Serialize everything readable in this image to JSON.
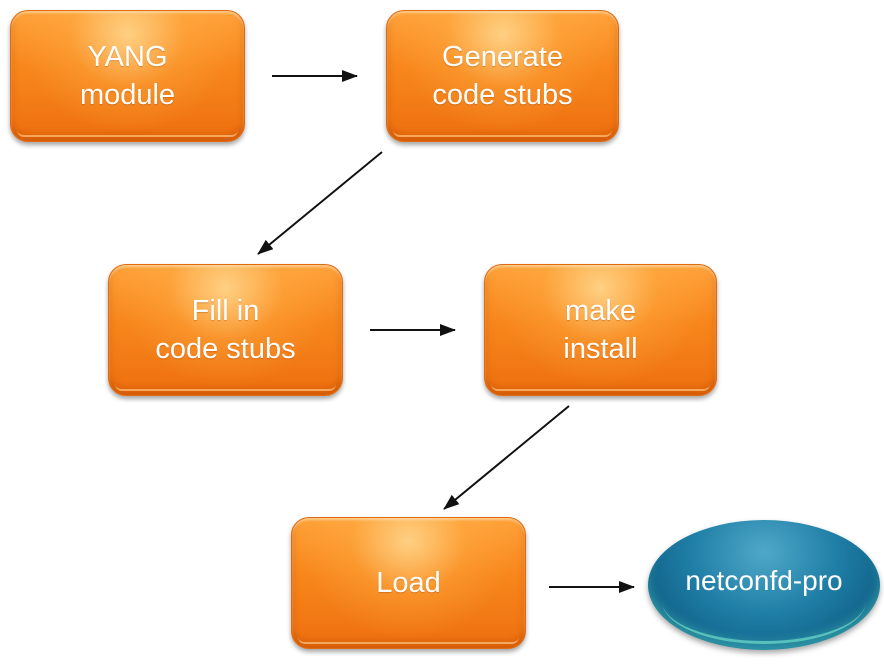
{
  "nodes": {
    "yang": "YANG\nmodule",
    "generate": "Generate\ncode stubs",
    "fill": "Fill in\ncode stubs",
    "make": "make\ninstall",
    "load": "Load",
    "server": "netconfd-pro"
  },
  "colors": {
    "box_orange": "#f7861c",
    "server_teal": "#1f7ea6",
    "arrow": "#111111",
    "label_text": "#ffffff"
  }
}
